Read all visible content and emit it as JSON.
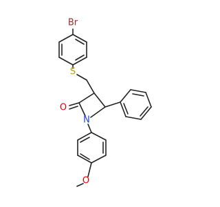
{
  "molecule": {
    "atoms": {
      "bromine": "Br",
      "sulfur": "S",
      "carbonyl_oxygen": "O",
      "nitrogen": "N",
      "methoxy_oxygen": "O"
    },
    "colors": {
      "bond": "#222222",
      "bromine": "#a52a2a",
      "sulfur": "#b8a000",
      "oxygen": "#e00000",
      "nitrogen": "#1f3fd6"
    }
  }
}
